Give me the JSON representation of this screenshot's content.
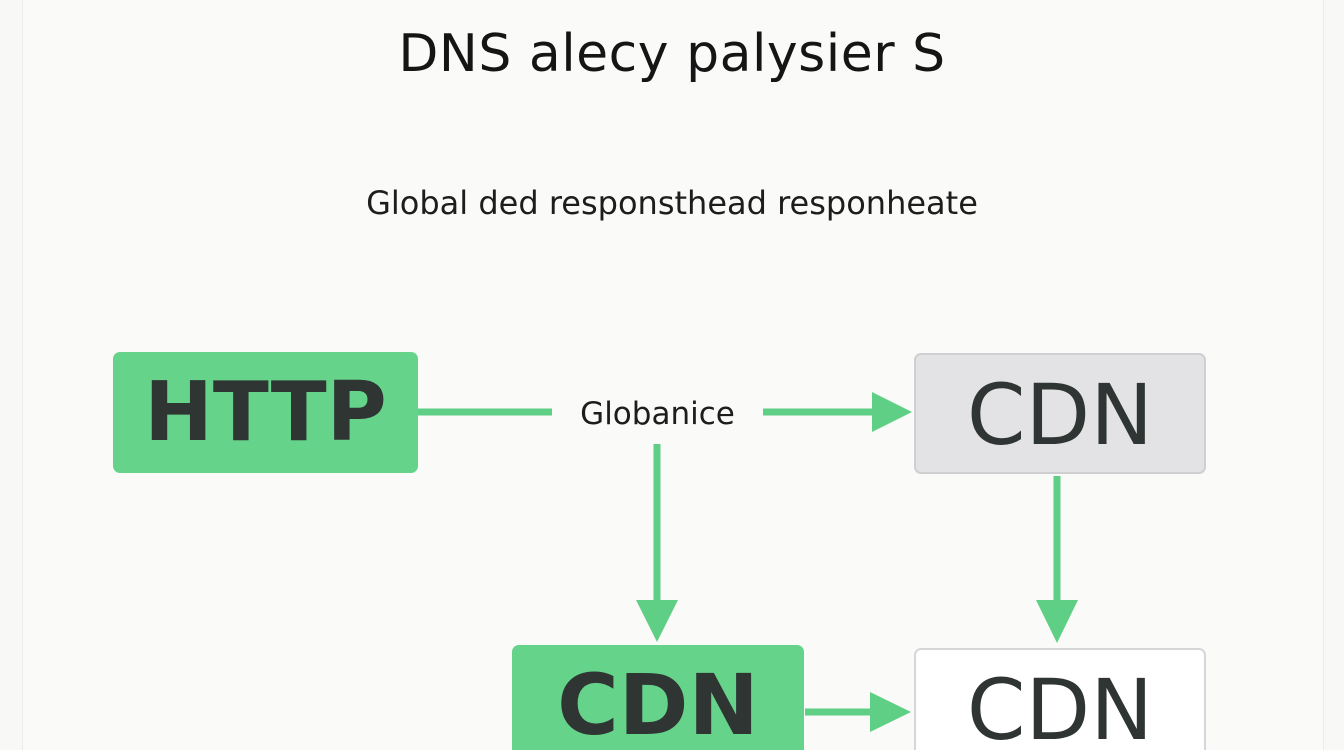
{
  "diagram": {
    "title": "DNS alecy palysier S",
    "subtitle": "Global ded responsthead responheate",
    "nodes": {
      "http": "HTTP",
      "cdn_top_right": "CDN",
      "cdn_bottom_left": "CDN",
      "cdn_bottom_right": "CDN"
    },
    "edge_label": "Globanice",
    "colors": {
      "node_green": "#66d38a",
      "node_gray": "#e3e3e5",
      "arrow_green": "#5fcf86",
      "text_dark": "#2f3533"
    }
  }
}
